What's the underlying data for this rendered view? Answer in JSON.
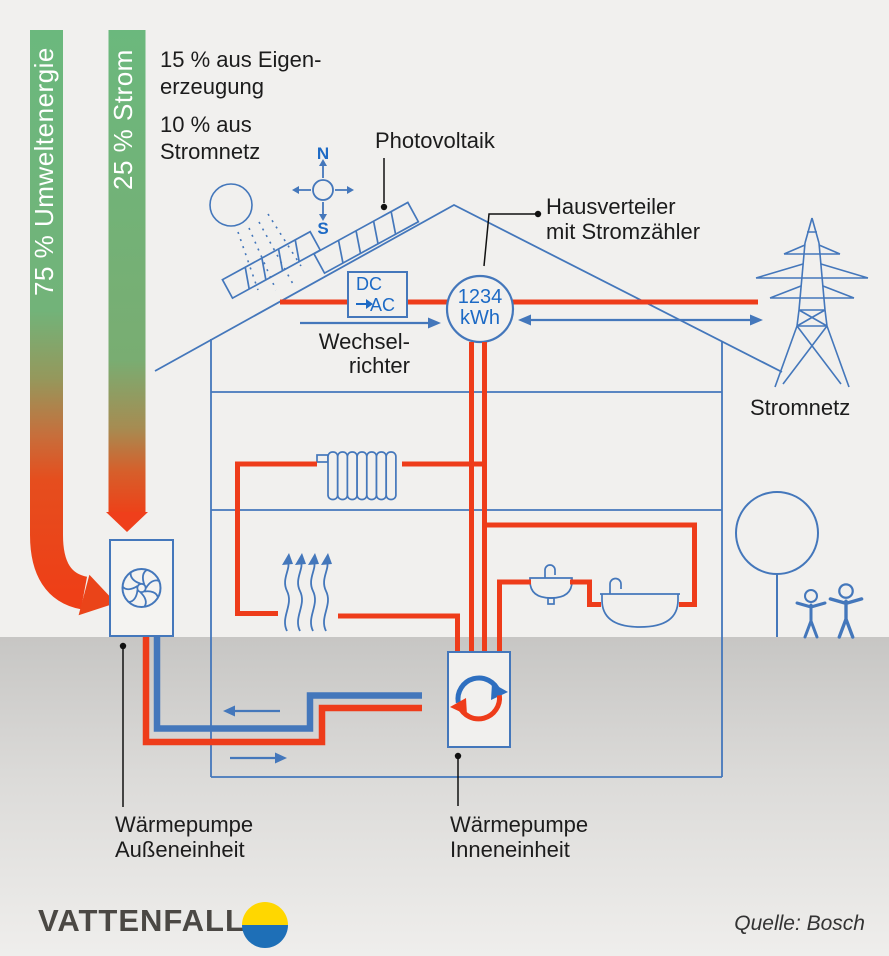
{
  "colors": {
    "line_blue": "#4477bb",
    "text_blue": "#1d6ac5",
    "pipe_red": "#ee3c1a",
    "bar_green": "#6bb87d",
    "bar_red": "#ee4018",
    "ground_gray": "#c7c6c4",
    "background": "#f1f0ee",
    "text_dark": "#1c1c1c",
    "logo_yellow": "#ffd700",
    "logo_blue": "#1e6fb7",
    "brand_gray": "#4b4844"
  },
  "legend": {
    "bar_environment": "75 % Umweltenergie",
    "bar_electricity": "25 % Strom",
    "self_generation": [
      "15 % aus Eigen-",
      "erzeugung"
    ],
    "grid_supply": [
      "10 % aus",
      "Stromnetz"
    ]
  },
  "diagram": {
    "photovoltaik_label": "Photovoltaik",
    "distributor_label": [
      "Hausverteiler",
      "mit Stromzähler"
    ],
    "inverter_label": [
      "Wechsel-",
      "richter"
    ],
    "inverter_box": {
      "dc": "DC",
      "ac": "AC"
    },
    "meter": {
      "value": "1234",
      "unit": "kWh"
    },
    "grid_label": "Stromnetz",
    "compass": {
      "north": "N",
      "south": "S"
    },
    "heat_pump_outdoor_label": [
      "Wärmepumpe",
      "Außeneinheit"
    ],
    "heat_pump_indoor_label": [
      "Wärmepumpe",
      "Inneneinheit"
    ]
  },
  "icons": {
    "sun-icon": "outlined circle with dotted rays",
    "compass-icon": "circle with four direction arrows",
    "pv-panel-icon": "hatched parallelogram on roof",
    "power-tower-icon": "lattice transmission tower",
    "tree-icon": "circle crown with trunk",
    "people-icon": "two outline figures",
    "fan-icon": "fan in outdoor heat pump unit",
    "cycle-icon": "blue/red circular arrows in indoor unit",
    "radiator-icon": "sectioned radiator",
    "washbasin-icon": "small sink with faucet",
    "bathtub-icon": "large basin with faucet",
    "heat-waves-icon": "wavy rising arrows",
    "logo-circle-icon": "yellow over blue circle"
  },
  "footer": {
    "brand": "VATTENFALL",
    "source": "Quelle: Bosch"
  }
}
